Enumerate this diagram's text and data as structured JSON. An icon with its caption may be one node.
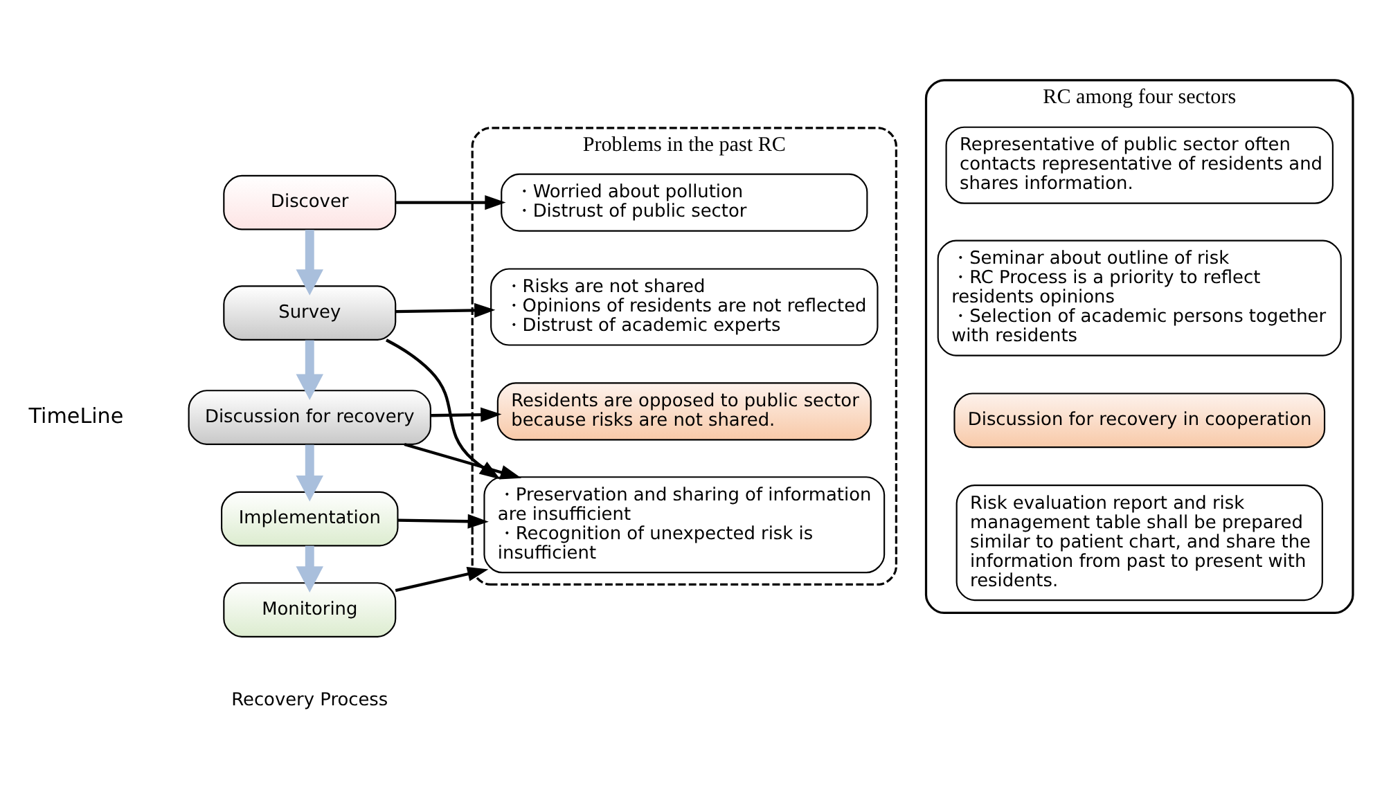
{
  "diagram": {
    "nodes": [
      {
        "text": [
          "Discover"
        ]
      },
      {
        "text": [
          "Survey"
        ]
      },
      {
        "text": [
          "Discussion for recovery"
        ]
      },
      {
        "text": [
          "Implementation"
        ]
      },
      {
        "text": [
          "Monitoring"
        ]
      },
      {
        "text": [
          "Problems in the past RC"
        ]
      },
      {
        "text": [
          "・Worried about pollution",
          "・Distrust of public sector"
        ],
        "in": 5
      },
      {
        "text": [
          "・Risks are not shared",
          "・Opinions of residents are not reflected",
          "・Distrust of academic experts"
        ],
        "in": 5
      },
      {
        "text": [
          "Residents are opposed to public sector because risks are not shared."
        ],
        "in": 5
      },
      {
        "text": [
          "・Preservation and sharing of information are insufficient",
          "・Recognition of unexpected risk is insufficient"
        ],
        "in": 5
      },
      {
        "text": [
          "RC among four sectors"
        ]
      },
      {
        "text": [
          "Representative of public sector often contacts representative of residents and shares information."
        ],
        "in": 10
      },
      {
        "text": [
          "・Seminar about outline of risk",
          "・RC Process is a priority to reflect residents opinions",
          "・Selection of academic persons together with residents"
        ],
        "in": 10
      },
      {
        "text": [
          "Discussion for recovery in cooperation"
        ],
        "in": 10
      },
      {
        "text": [
          "Risk evaluation report and risk management table shall be prepared similar to patient chart, and share the information from past to present with residents."
        ],
        "in": 10
      }
    ],
    "edges": [
      {
        "from": 0,
        "to": 6,
        "arrow": "to"
      },
      {
        "from": 0,
        "to": 1,
        "arrow": "to",
        "style": "thick",
        "color": "#a9bfdc"
      },
      {
        "from": 1,
        "to": 7,
        "arrow": "to"
      },
      {
        "from": 1,
        "to": 9,
        "arrow": "to"
      },
      {
        "from": 1,
        "to": 2,
        "arrow": "to",
        "style": "thick",
        "color": "#a9bfdc"
      },
      {
        "from": 2,
        "to": 8,
        "arrow": "to"
      },
      {
        "from": 2,
        "to": 9,
        "arrow": "to"
      },
      {
        "from": 2,
        "to": 3,
        "arrow": "to",
        "style": "thick",
        "color": "#a9bfdc"
      },
      {
        "from": 3,
        "to": 9,
        "arrow": "to"
      },
      {
        "from": 3,
        "to": 4,
        "arrow": "to",
        "style": "thick",
        "color": "#a9bfdc"
      },
      {
        "from": 4,
        "to": 9,
        "arrow": "to"
      }
    ],
    "labels": [
      "Recovery Process",
      "TimeLine"
    ]
  }
}
